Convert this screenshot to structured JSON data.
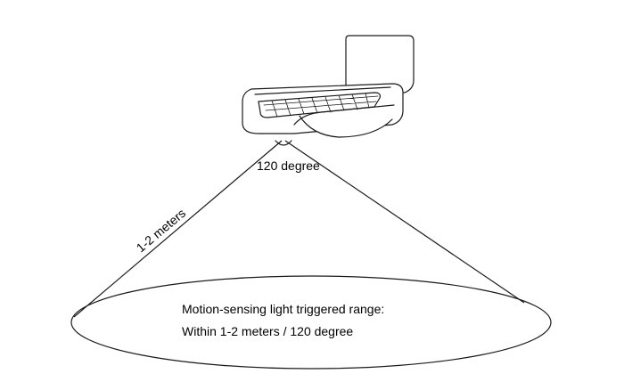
{
  "colors": {
    "line": "#1a1a1a",
    "panel": "#ffffff",
    "background": "#ffffff"
  },
  "device": {
    "icon": "solar-motion-sensor-light-icon"
  },
  "labels": {
    "angle": "120 degree",
    "distance": "1-2 meters",
    "range_title": "Motion-sensing light triggered range:",
    "range_detail": "Within 1-2 meters / 120 degree"
  }
}
